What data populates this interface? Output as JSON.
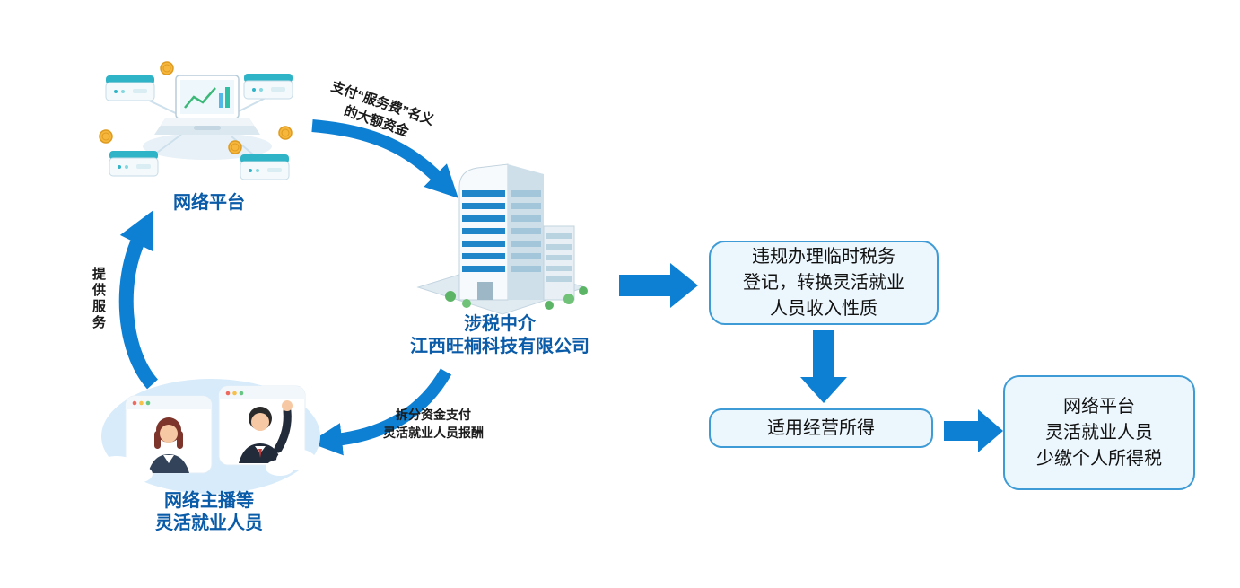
{
  "colors": {
    "arrow": "#0e80d4",
    "box_border": "#3e9bd5",
    "box_fill": "#ebf6fd",
    "node_label": "#0a5ba8",
    "annotation": "#1a1a1a",
    "box_text": "#111111"
  },
  "nodes": {
    "platform": {
      "label": "网络平台"
    },
    "intermediary": {
      "line1": "涉税中介",
      "line2": "江西旺桐科技有限公司"
    },
    "workers": {
      "line1": "网络主播等",
      "line2": "灵活就业人员"
    },
    "box_registration": {
      "line1": "违规办理临时税务",
      "line2": "登记，转换灵活就业",
      "line3": "人员收入性质"
    },
    "box_income": {
      "label": "适用经营所得"
    },
    "box_result": {
      "line1": "网络平台",
      "line2": "灵活就业人员",
      "line3": "少缴个人所得税"
    }
  },
  "edges": {
    "pay_fee": {
      "line1": "支付“服务费”名义",
      "line2": "的大额资金"
    },
    "provide_service": {
      "label": "提供服务"
    },
    "split_pay": {
      "line1": "拆分资金支付",
      "line2": "灵活就业人员报酬"
    }
  },
  "icons": {
    "platform": "network-platform-illustration",
    "intermediary": "building-illustration",
    "workers": "workers-illustration",
    "server": "server-icon",
    "laptop": "laptop-icon",
    "coin": "coin-icon",
    "cloud": "cloud-icon"
  }
}
